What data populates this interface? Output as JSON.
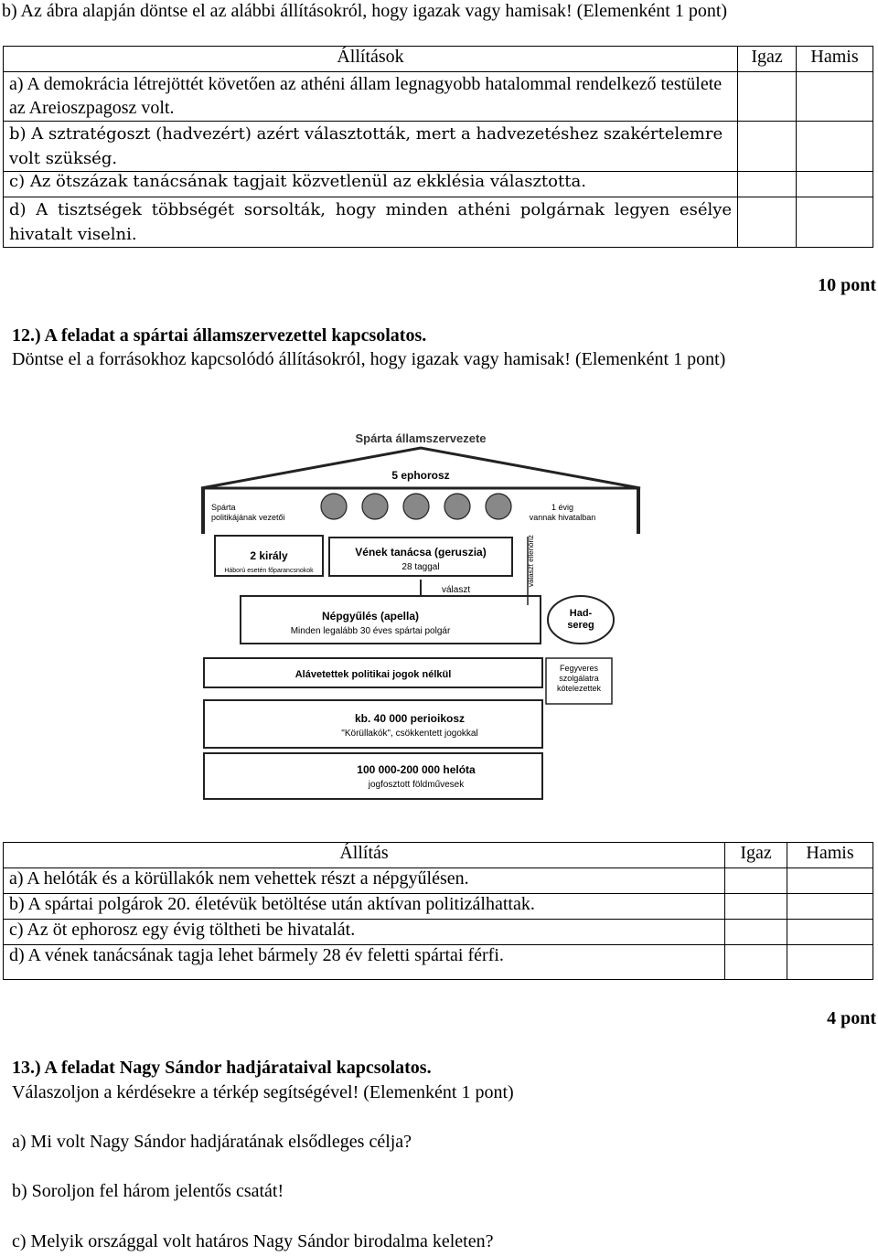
{
  "task_11b": {
    "intro": "b) Az ábra alapján döntse el az alábbi állításokról, hogy igazak vagy hamisak! (Elemenként 1 pont)",
    "table": {
      "headers": [
        "Állítások",
        "Igaz",
        "Hamis"
      ],
      "rows": [
        "a) A demokrácia létrejöttét követően az athéni állam legnagyobb hatalommal rendelkező testülete az Areioszpagosz volt.",
        "b) A sztratégoszt (hadvezért) azért választották, mert a hadvezetéshez szakértelemre volt szükség.",
        "c) Az ötszázak tanácsának tagjait közvetlenül az ekklésia választotta.",
        "d) A tisztségek többségét sorsolták, hogy minden athéni polgárnak legyen esélye hivatalt viselni."
      ]
    },
    "points": "10 pont"
  },
  "task_12": {
    "title": "12.) A feladat a spártai államszervezettel kapcsolatos.",
    "instruction": "Döntse el a forrásokhoz kapcsolódó állításokról, hogy igazak vagy hamisak! (Elemenként 1 pont)",
    "diagram": {
      "title": "Spárta államszervezete",
      "ephors": "5 ephorosz",
      "leaders_label": "Spárta politikájának vezetői",
      "term_label": "1 évig vannak hivatalban",
      "kings": "2 király",
      "kings_sub": "Háború esetén főparancsnokok",
      "elders": "Vének tanácsa (geruszia)",
      "elders_sub": "28 taggal",
      "choose_left": "választ",
      "choose_vertical": "választ ellenőriz",
      "assembly": "Népgyűlés (apella)",
      "assembly_sub": "Minden legalább 30 éves spártai polgár",
      "army": "Had-sereg",
      "no_rights": "Alávetettek politikai jogok nélkül",
      "military_duty": "Fegyveres szolgálatra kötelezettek",
      "perioikoi": "kb. 40 000 perioikosz",
      "perioikoi_sub": "\"Körüllakók\", csökkentett jogokkal",
      "helots": "100 000-200 000 helóta",
      "helots_sub": "jogfosztott földművesek"
    },
    "table": {
      "headers": [
        "Állítás",
        "Igaz",
        "Hamis"
      ],
      "rows": [
        "a) A helóták és a körüllakók nem vehettek részt a népgyűlésen.",
        "b) A spártai polgárok 20. életévük betöltése után aktívan politizálhattak.",
        "c) Az öt ephorosz egy évig töltheti be hivatalát.",
        "d) A vének tanácsának tagja lehet bármely 28 év feletti spártai férfi."
      ]
    },
    "points": "4 pont"
  },
  "task_13": {
    "title": "13.) A feladat Nagy Sándor hadjárataival kapcsolatos.",
    "instruction": "Válaszoljon a kérdésekre a térkép segítségével! (Elemenként 1 pont)",
    "questions": [
      "a) Mi volt Nagy Sándor hadjáratának elsődleges célja?",
      "b) Soroljon fel három jelentős csatát!",
      "c) Melyik országgal volt határos Nagy Sándor birodalma keleten?"
    ]
  }
}
